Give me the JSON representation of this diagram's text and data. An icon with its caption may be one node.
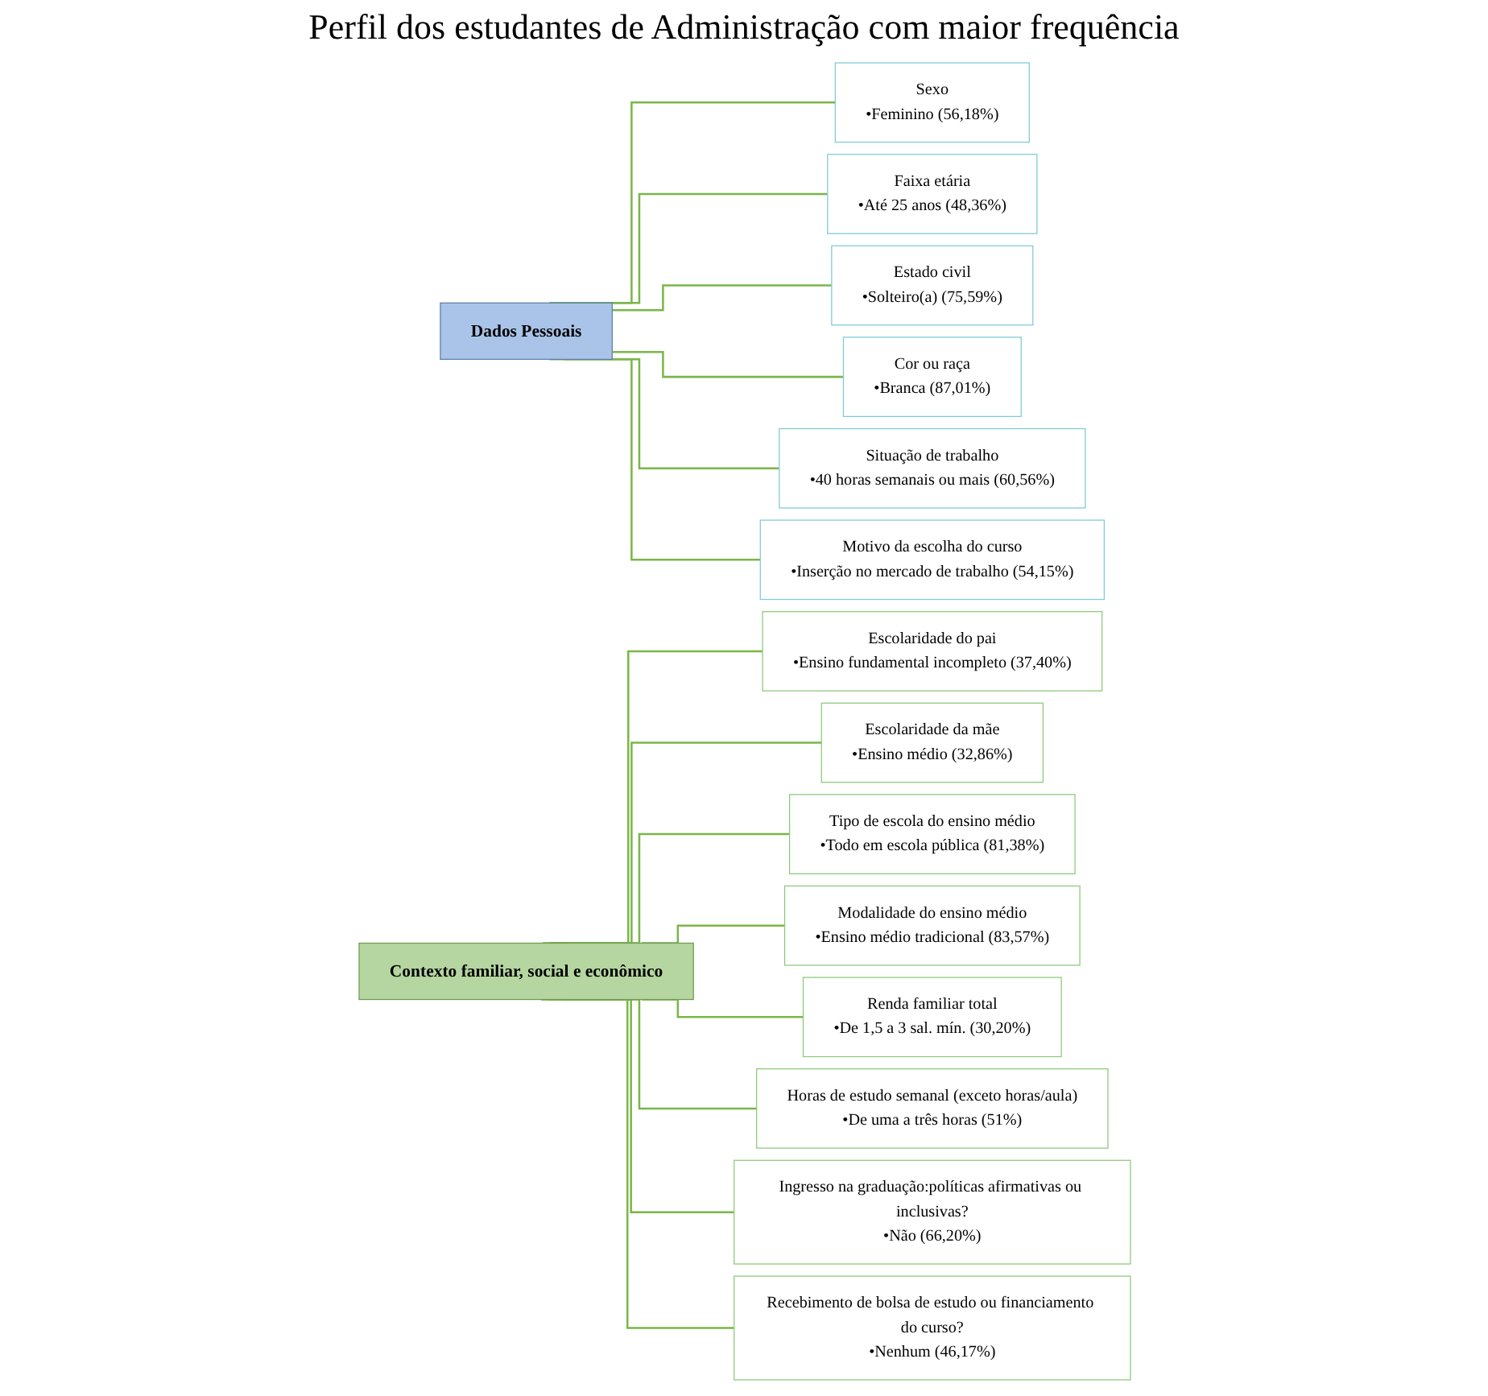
{
  "diagram": {
    "title": "Perfil dos estudantes de Administração com maior frequência",
    "nodes": [
      {
        "text": [
          "Dados Pessoais"
        ]
      },
      {
        "text": [
          "Sexo",
          "•Feminino (56,18%)"
        ]
      },
      {
        "text": [
          "Faixa etária",
          "•Até 25 anos (48,36%)"
        ]
      },
      {
        "text": [
          "Estado civil",
          "•Solteiro(a) (75,59%)"
        ]
      },
      {
        "text": [
          "Cor ou raça",
          "•Branca (87,01%)"
        ]
      },
      {
        "text": [
          "Situação de trabalho",
          "•40 horas semanais ou mais (60,56%)"
        ]
      },
      {
        "text": [
          "Motivo da escolha do curso",
          "•Inserção no mercado de trabalho (54,15%)"
        ]
      },
      {
        "text": [
          "Contexto familiar, social e econômico"
        ]
      },
      {
        "text": [
          "Escolaridade do pai",
          "•Ensino fundamental incompleto (37,40%)"
        ]
      },
      {
        "text": [
          "Escolaridade da mãe",
          "•Ensino médio (32,86%)"
        ]
      },
      {
        "text": [
          "Tipo de escola do ensino médio",
          "•Todo em escola pública (81,38%)"
        ]
      },
      {
        "text": [
          "Modalidade do ensino médio",
          "•Ensino médio tradicional (83,57%)"
        ]
      },
      {
        "text": [
          "Renda familiar total",
          "•De 1,5 a 3 sal. mín. (30,20%)"
        ]
      },
      {
        "text": [
          "Horas de estudo semanal (exceto horas/aula)",
          "•De uma a três horas (51%)"
        ]
      },
      {
        "text": [
          "Ingresso na graduação:políticas afirmativas ou inclusivas?",
          "•Não (66,20%)"
        ]
      },
      {
        "text": [
          "Recebimento de bolsa de estudo ou financiamento do curso?",
          "•Nenhum (46,17%)"
        ]
      }
    ],
    "edges": [
      {
        "from": 0,
        "to": 1,
        "arrow": "none"
      },
      {
        "from": 0,
        "to": 2,
        "arrow": "none"
      },
      {
        "from": 0,
        "to": 3,
        "arrow": "none"
      },
      {
        "from": 0,
        "to": 4,
        "arrow": "none"
      },
      {
        "from": 0,
        "to": 5,
        "arrow": "none"
      },
      {
        "from": 0,
        "to": 6,
        "arrow": "none"
      },
      {
        "from": 7,
        "to": 8,
        "arrow": "none"
      },
      {
        "from": 7,
        "to": 9,
        "arrow": "none"
      },
      {
        "from": 7,
        "to": 10,
        "arrow": "none"
      },
      {
        "from": 7,
        "to": 11,
        "arrow": "none"
      },
      {
        "from": 7,
        "to": 12,
        "arrow": "none"
      },
      {
        "from": 7,
        "to": 13,
        "arrow": "none"
      },
      {
        "from": 7,
        "to": 14,
        "arrow": "none"
      },
      {
        "from": 7,
        "to": 15,
        "arrow": "none"
      }
    ]
  }
}
